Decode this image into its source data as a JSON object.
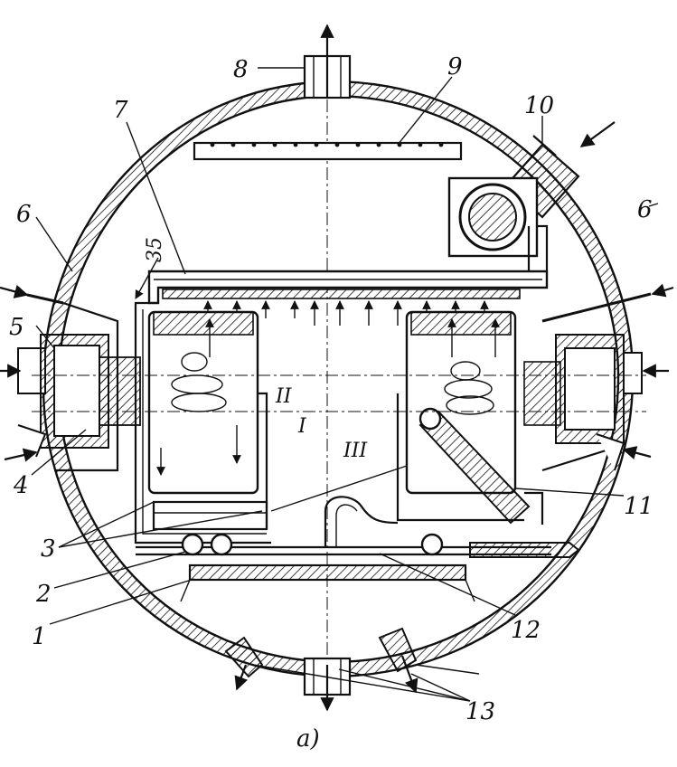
{
  "labels": {
    "l1": "1",
    "l2": "2",
    "l3": "3",
    "l4": "4",
    "l5": "5",
    "l6a": "6",
    "l6b": "6",
    "l7": "7",
    "l8": "8",
    "l9": "9",
    "l10": "10",
    "l11": "11",
    "l12": "12",
    "l13": "13",
    "l35": "35",
    "rI": "I",
    "rII": "II",
    "rIII": "III",
    "caption": "a)"
  },
  "colors": {
    "ink": "#111111",
    "paper": "#ffffff"
  }
}
